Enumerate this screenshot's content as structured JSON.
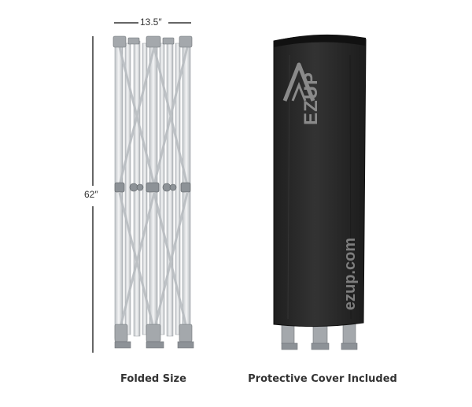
{
  "dimensions": {
    "width_label": "13.5″",
    "height_label": "62″"
  },
  "captions": {
    "left": "Folded Size",
    "right": "Protective Cover Included"
  },
  "cover": {
    "logo_text": "EZUP",
    "website": "ezup.com"
  },
  "colors": {
    "frame_metal": "#d7dadd",
    "cover_fabric": "#2a2a2a",
    "logo_gray": "#8a8a8a",
    "dimension_line": "#333333"
  }
}
